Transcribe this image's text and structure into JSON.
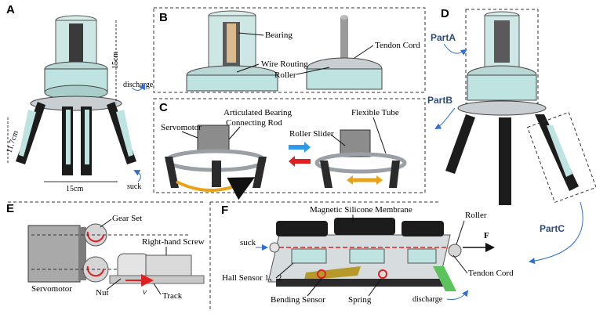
{
  "panels": {
    "A": {
      "letter": "A",
      "dim_height": "15cm",
      "dim_side": "11.7cm",
      "dim_width": "15cm",
      "discharge": "discharge",
      "suck": "suck"
    },
    "B": {
      "letter": "B",
      "bearing": "Bearing",
      "tendon_cord": "Tendon Cord",
      "wire_routing": "Wire Routing",
      "roller": "Roller"
    },
    "C": {
      "letter": "C",
      "servomotor": "Servomotor",
      "articulated_line1": "Articulated Bearing",
      "articulated_line2": "Connecting Rod",
      "roller_slider": "Roller Slider",
      "flexible_tube": "Flexible Tube"
    },
    "D": {
      "letter": "D",
      "part_a": "PartA",
      "part_b": "PartB",
      "part_c": "PartC"
    },
    "E": {
      "letter": "E",
      "gear_set": "Gear Set",
      "right_hand_screw": "Right-hand Screw",
      "servomotor": "Servomotor",
      "nut": "Nut",
      "v": "v",
      "track": "Track"
    },
    "F": {
      "letter": "F",
      "membrane": "Magnetic Silicone Membrane",
      "roller": "Roller",
      "suck": "suck",
      "force": "F",
      "hall_sensor": "Hall Sensor 1、2",
      "tendon_cord": "Tendon Cord",
      "bending_sensor": "Bending Sensor",
      "spring": "Spring",
      "discharge": "discharge"
    }
  },
  "colors": {
    "body_teal": "#bfe3e0",
    "frame_gray": "#9aa0a6",
    "dark": "#2b2b2b",
    "accent_blue": "#2f6fd6",
    "accent_red": "#e02020",
    "accent_orange": "#e8a317",
    "membrane_black": "#1c1c1c",
    "sensor_gold": "#b59a2a"
  }
}
